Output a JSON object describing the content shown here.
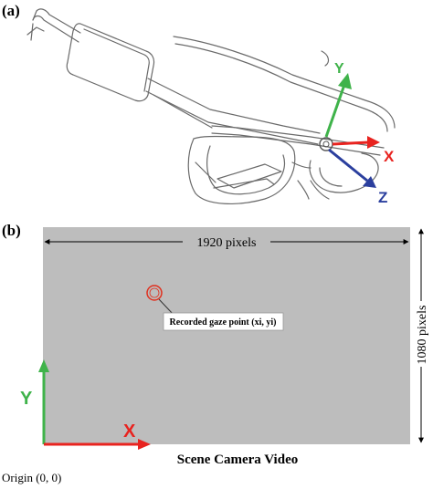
{
  "panel_a": {
    "label": "(a)",
    "axes": {
      "y": "Y",
      "x": "X",
      "z": "Z"
    }
  },
  "panel_b": {
    "label": "(b)",
    "width_label": "1920 pixels",
    "height_label": "1080 pixels",
    "gaze_label": "Recorded gaze point (xi, yi)",
    "y_axis": "Y",
    "x_axis": "X",
    "caption": "Scene Camera Video",
    "origin": "Origin (0, 0)"
  },
  "colors": {
    "frame_fill": "#bdbdbd",
    "green": "#3fb34a",
    "red": "#e8231f",
    "blue": "#2b3f9e",
    "gaze_circle": "#e0301e"
  }
}
